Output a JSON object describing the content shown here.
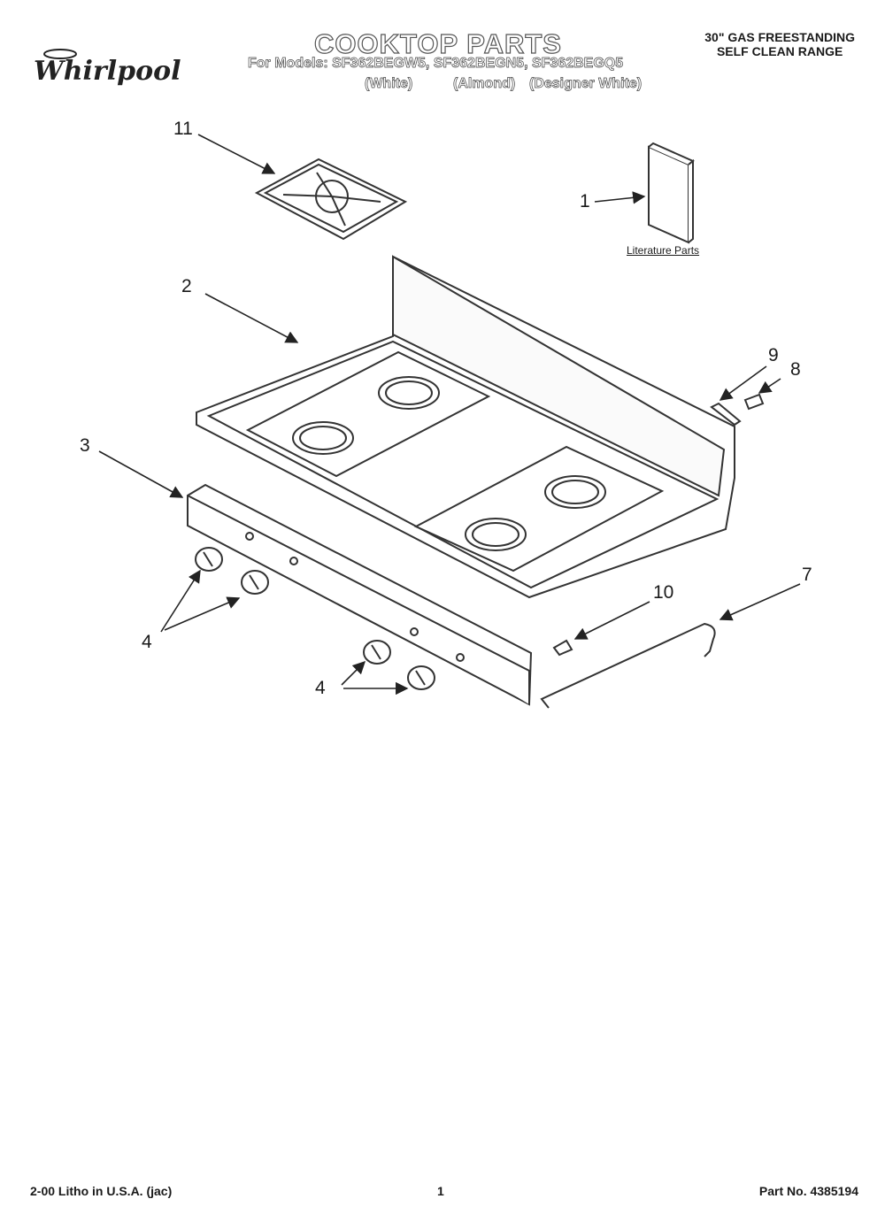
{
  "header": {
    "brand": "Whirlpool",
    "title": "COOKTOP PARTS",
    "models_line": "For Models: SF362BEGW5, SF362BEGN5, SF362BEGQ5",
    "variants": [
      "(White)",
      "(Almond)",
      "(Designer White)"
    ],
    "range_line1": "30\" GAS FREESTANDING",
    "range_line2": "SELF CLEAN RANGE"
  },
  "diagram": {
    "literature_label": "Literature Parts",
    "callouts": [
      "11",
      "1",
      "2",
      "9",
      "8",
      "3",
      "4",
      "4",
      "7",
      "10"
    ]
  },
  "footer": {
    "litho": "2-00 Litho in U.S.A. (jac)",
    "page": "1",
    "part_no": "Part No. 4385194"
  }
}
